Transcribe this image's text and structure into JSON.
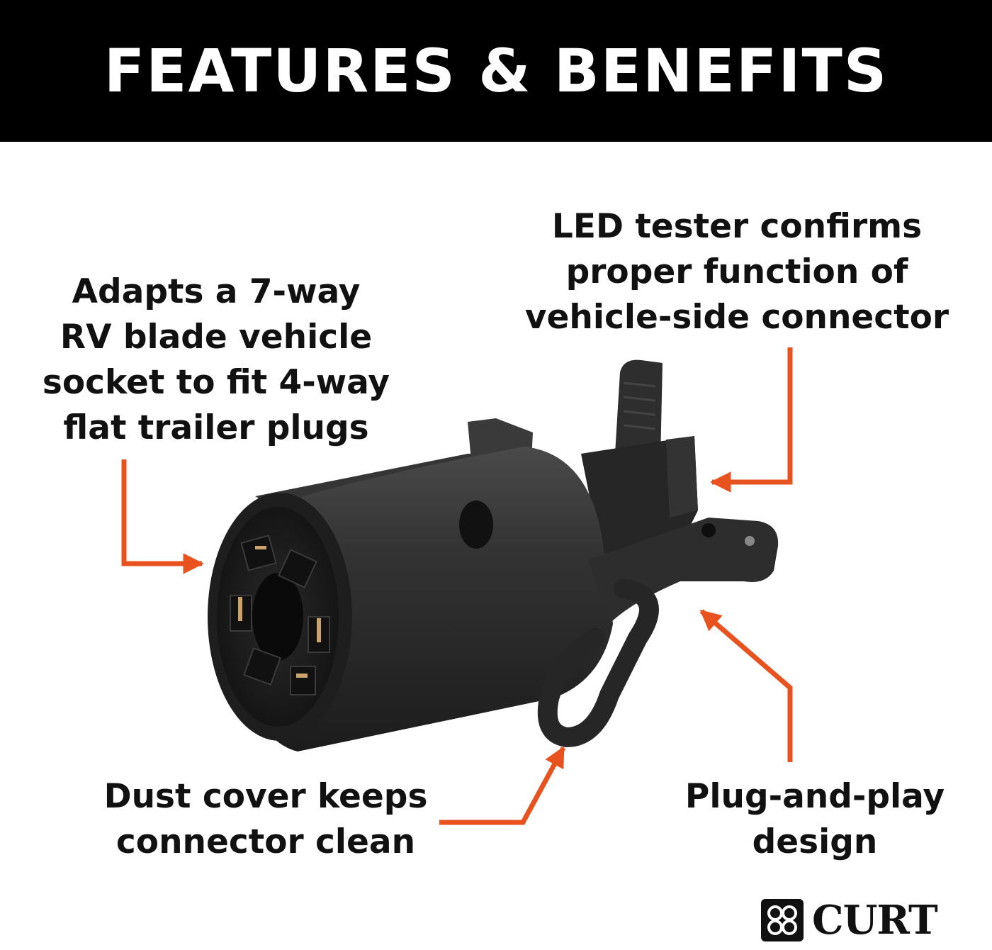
{
  "header": {
    "title": "FEATURES & BENEFITS"
  },
  "callouts": {
    "adapts": {
      "lines": [
        "Adapts a 7-way",
        "RV blade vehicle",
        "socket to fit 4-way",
        "flat trailer plugs"
      ]
    },
    "led": {
      "lines": [
        "LED tester confirms",
        "proper function of",
        "vehicle-side connector"
      ]
    },
    "dust": {
      "lines": [
        "Dust cover keeps",
        "connector clean"
      ]
    },
    "plug": {
      "lines": [
        "Plug-and-play",
        "design"
      ]
    }
  },
  "brand": {
    "name": "CURT"
  },
  "colors": {
    "banner": "#000000",
    "arrow": "#e8521f",
    "text": "#111111",
    "product": "#2b2b2b"
  },
  "icons": [
    "curt-logo-icon"
  ]
}
